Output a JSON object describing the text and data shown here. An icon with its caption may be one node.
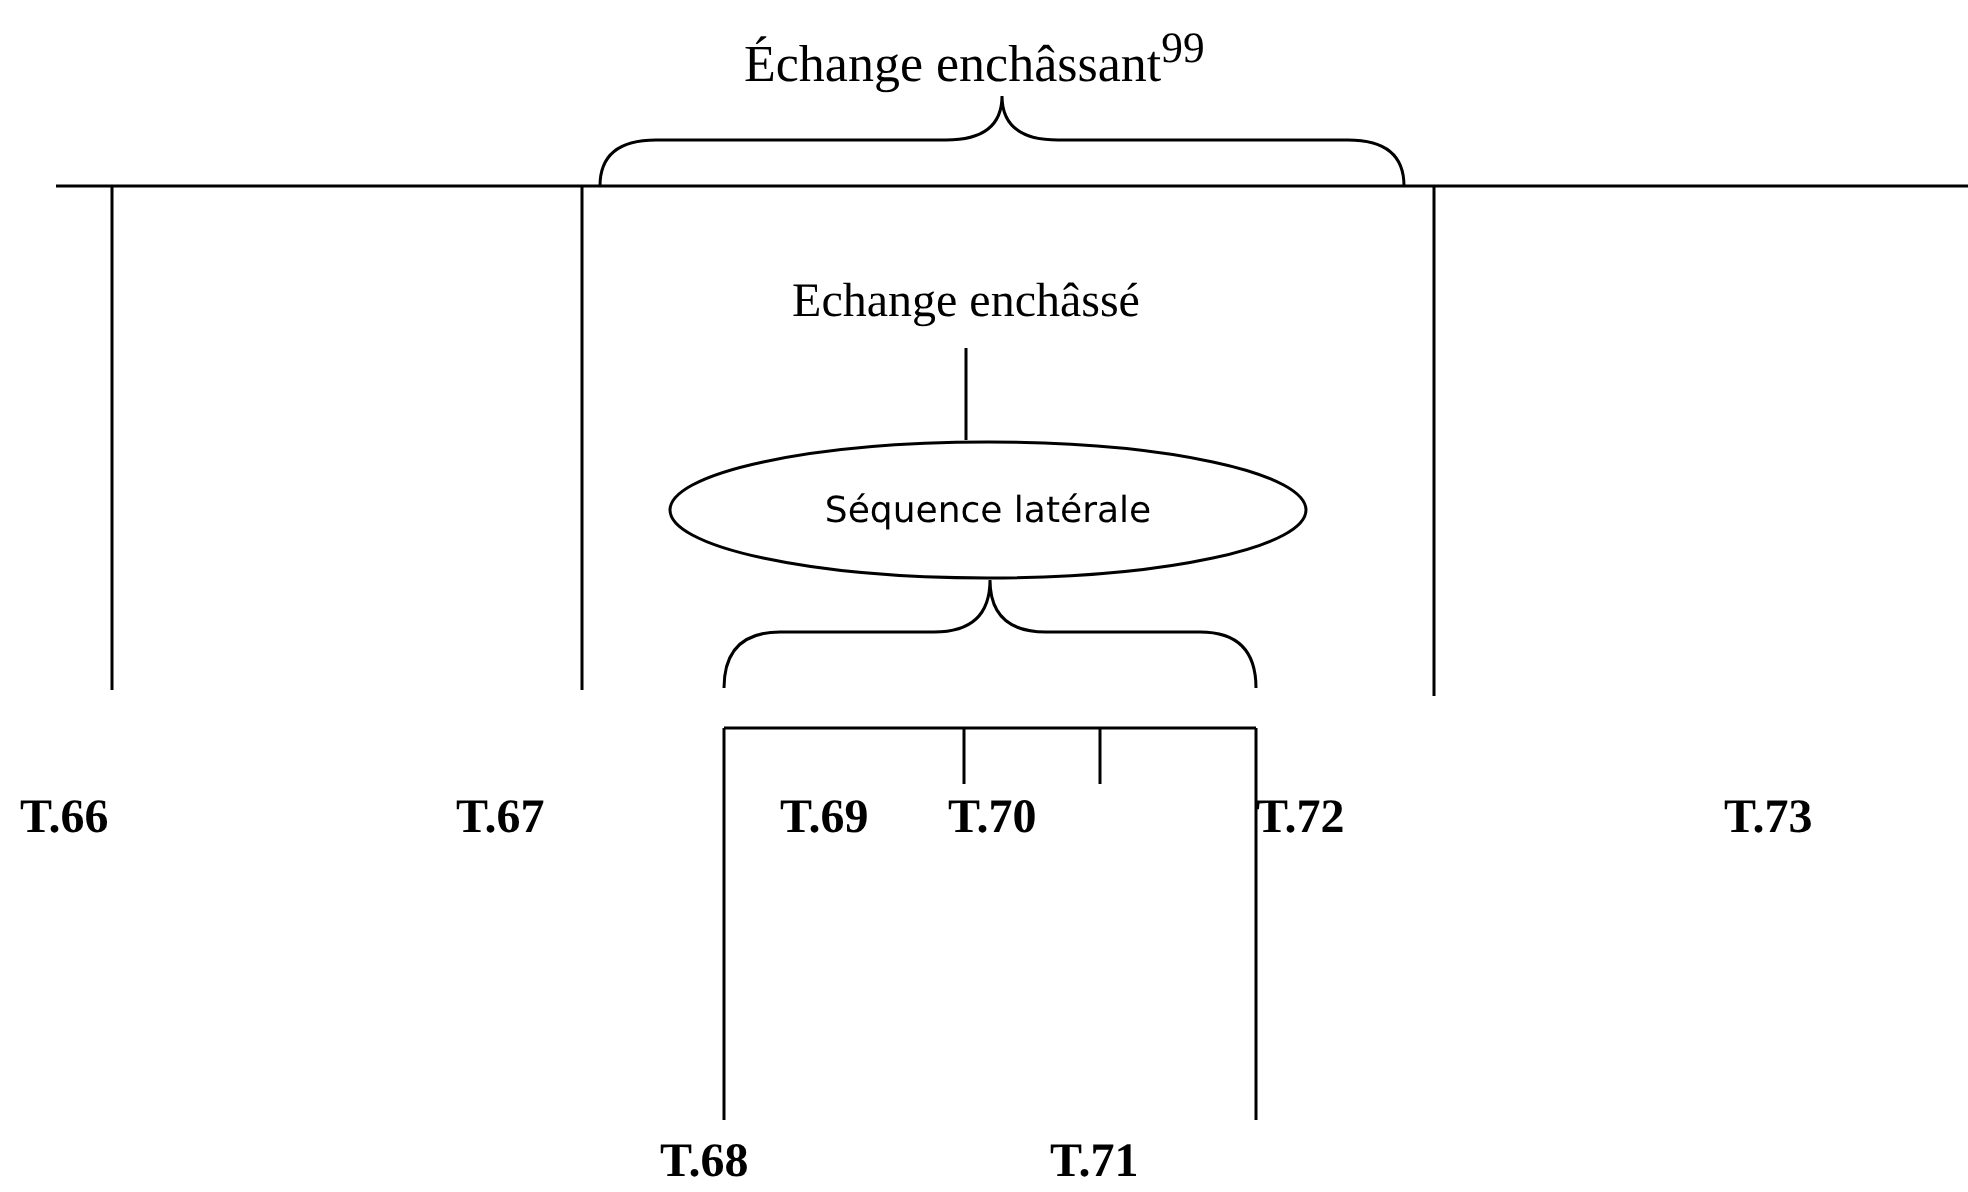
{
  "diagram": {
    "nodes": [
      {
        "text": [
          "Echange enchâssé"
        ]
      },
      {
        "text": [
          "Séquence latérale"
        ]
      }
    ],
    "edges": [
      {
        "from": 0,
        "to": 1,
        "arrow": "none"
      }
    ],
    "labels": [
      "Échange enchâssant$^{99}$",
      "T.66",
      "T.67",
      "T.69",
      "T.70",
      "T.72",
      "T.73",
      "T.68",
      "T.71"
    ]
  }
}
